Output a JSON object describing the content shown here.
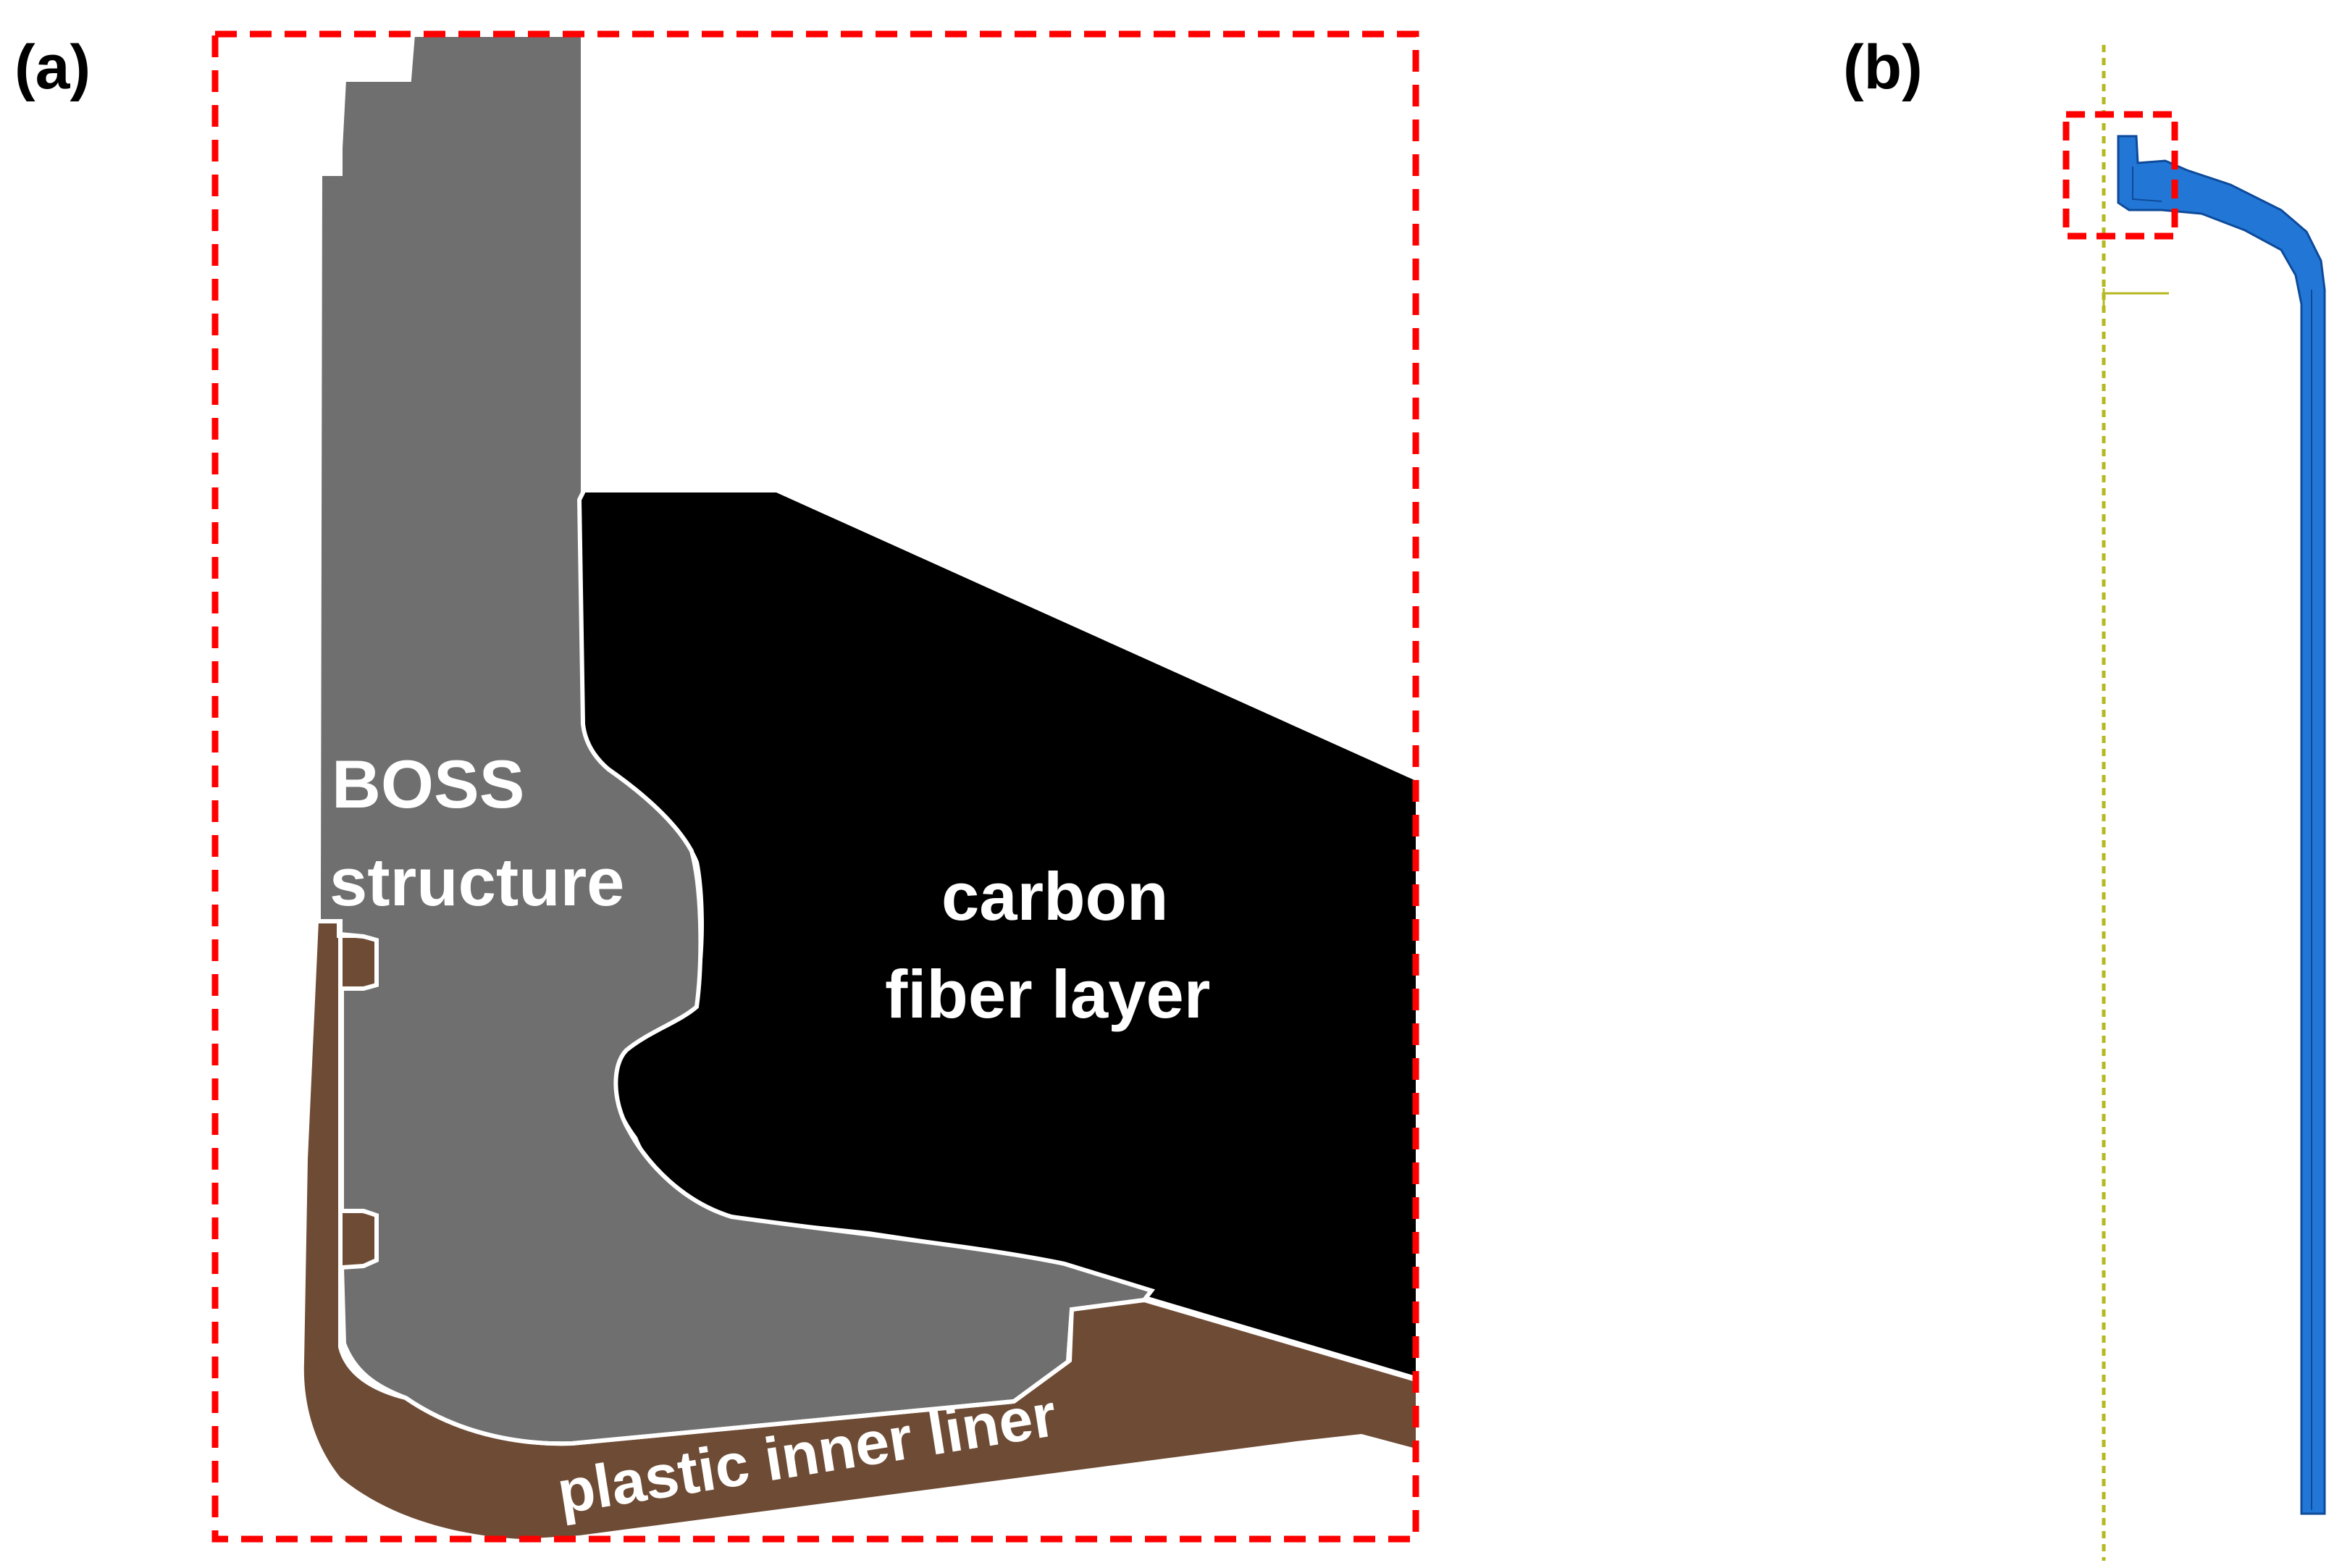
{
  "panels": {
    "a": {
      "label": "(a)",
      "regions": {
        "boss_line1": "BOSS",
        "boss_line2": "structure",
        "carbon_line1": "carbon",
        "carbon_line2": "fiber layer",
        "liner": "plastic inner liner"
      }
    },
    "b": {
      "label": "(b)"
    }
  },
  "colors": {
    "boss": "#6f6f6f",
    "carbon_fiber": "#000000",
    "liner": "#6e4b35",
    "highlight_box": "#ff0000",
    "model_blue": "#2277d6",
    "axis": "#b5b820"
  }
}
